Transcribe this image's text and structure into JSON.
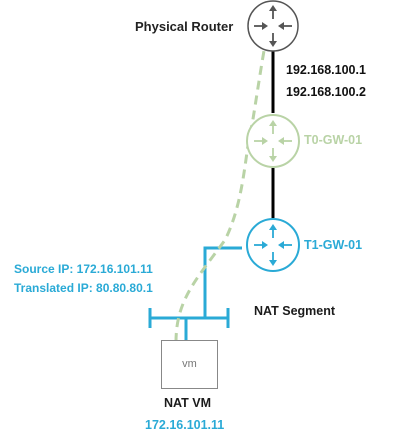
{
  "physical_router": {
    "label": "Physical Router",
    "uplink_ip": "192.168.100.1",
    "downlink_ip": "192.168.100.2"
  },
  "t0_gateway": {
    "label": "T0-GW-01"
  },
  "t1_gateway": {
    "label": "T1-GW-01"
  },
  "nat": {
    "source_ip": "Source IP: 172.16.101.11",
    "translated_ip": "Translated IP: 80.80.80.1",
    "segment_label": "NAT Segment"
  },
  "vm": {
    "box_text": "vm",
    "name": "NAT VM",
    "ip": "172.16.101.11"
  },
  "colors": {
    "nsx_blue": "#2aaad6",
    "faded_green": "#b9d3a6",
    "router_dark": "#555555",
    "link_black": "#000000"
  }
}
